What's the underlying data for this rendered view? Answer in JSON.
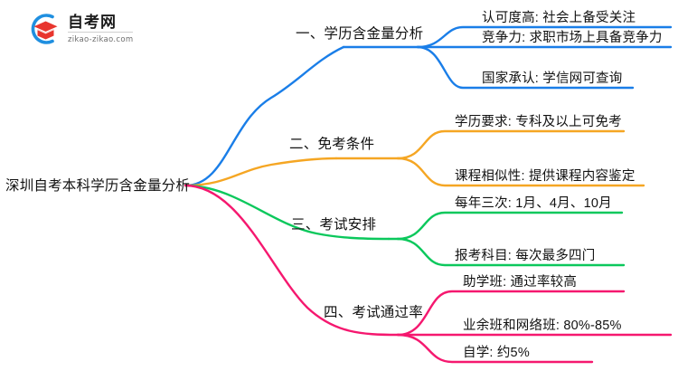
{
  "logo": {
    "name": "zikao-logo",
    "title": "自考网",
    "subtitle": "zikao-zikao.com",
    "mark_icon": "graduation-cap-icon",
    "arc_color": "#1f8fe0",
    "cap_color": "#e8352e"
  },
  "mindmap": {
    "root": {
      "label": "深圳自考本科学历含金量分析"
    },
    "branches": [
      {
        "label": "一、学历含金量分析",
        "color": "#1a7ee8",
        "leaves": [
          {
            "label": "认可度高: 社会上备受关注"
          },
          {
            "label": "竞争力: 求职市场上具备竞争力"
          },
          {
            "label": "国家承认: 学信网可查询"
          }
        ]
      },
      {
        "label": "二、免考条件",
        "color": "#f5a623",
        "leaves": [
          {
            "label": "学历要求: 专科及以上可免考"
          },
          {
            "label": "课程相似性: 提供课程内容鉴定"
          }
        ]
      },
      {
        "label": "三、考试安排",
        "color": "#0bc85c",
        "leaves": [
          {
            "label": "每年三次: 1月、4月、10月"
          },
          {
            "label": "报考科目: 每次最多四门"
          }
        ]
      },
      {
        "label": "四、考试通过率",
        "color": "#f5186f",
        "leaves": [
          {
            "label": "助学班: 通过率较高"
          },
          {
            "label": "业余班和网络班: 80%-85%"
          },
          {
            "label": "自学: 约5%"
          }
        ]
      }
    ]
  }
}
